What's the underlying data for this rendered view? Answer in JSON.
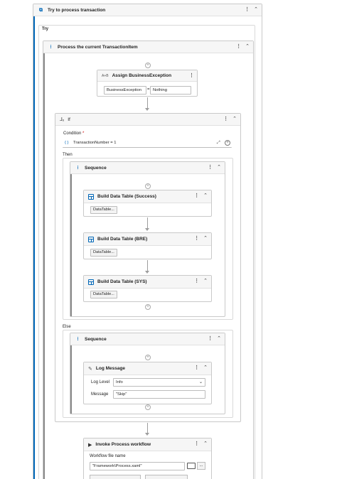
{
  "try_block": {
    "title": "Try to process transaction",
    "section": "Try"
  },
  "process_item": {
    "title": "Process the current TransactionItem"
  },
  "assign": {
    "title": "Assign BusinessException",
    "target": "BusinessException",
    "operator": "=",
    "value": "Nothing",
    "icon_text": "A+B"
  },
  "if_block": {
    "title": "If",
    "condition_label": "Condition",
    "required_mark": "*",
    "condition_value": "TransactionNumber = 1",
    "then_label": "Then",
    "else_label": "Else"
  },
  "then_sequence": {
    "title": "Sequence",
    "build_tables": [
      {
        "title": "Build Data Table (Success)",
        "button": "DataTable..."
      },
      {
        "title": "Build Data Table (BRE)",
        "button": "DataTable..."
      },
      {
        "title": "Build Data Table (SYS)",
        "button": "DataTable..."
      }
    ]
  },
  "else_sequence": {
    "title": "Sequence"
  },
  "log_message": {
    "title": "Log Message",
    "level_label": "Log Level",
    "level_value": "Info",
    "message_label": "Message",
    "message_value": "\"Skip\""
  },
  "invoke": {
    "title": "Invoke Process workflow",
    "file_label": "Workflow file name",
    "file_value": "\"Framework\\Process.xaml\"",
    "more_label": "..."
  },
  "icons": {
    "menu": "kebab-icon",
    "collapse": "collapse-icon",
    "add": "plus-icon"
  },
  "colors": {
    "accent": "#0067b8",
    "border": "#c9c9c9",
    "header": "#f6f6f6"
  }
}
